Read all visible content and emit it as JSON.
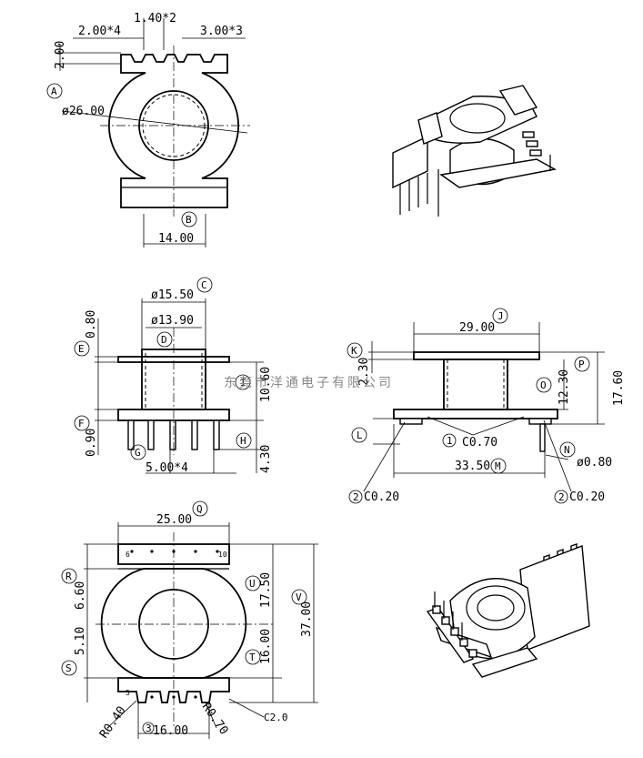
{
  "watermark": "东莞市洋通电子有限公司",
  "view_top": {
    "dims": {
      "pitch_left": "2.00*4",
      "slot": "1.40*2",
      "pitch_right": "3.00*3",
      "height": "2.00",
      "diameter": "ø26.00",
      "width": "14.00"
    },
    "labels": {
      "a": "A",
      "b": "B"
    }
  },
  "view_front": {
    "dims": {
      "outer_dia": "ø15.50",
      "inner_dia": "ø13.90",
      "flange_top": "0.80",
      "core": "10.60",
      "flange_bottom": "0.90",
      "pin_pitch": "5.00*4",
      "pin_len": "4.30"
    },
    "labels": {
      "c": "C",
      "d": "D",
      "e": "E",
      "i": "I",
      "f": "F",
      "g": "G",
      "h": "H"
    }
  },
  "view_side": {
    "dims": {
      "top_width": "29.00",
      "flange": "2.30",
      "core": "12.30",
      "overall": "17.60",
      "chamfer_mid": "C0.70",
      "base_width": "33.50",
      "pin_dia": "ø0.80",
      "chamfer_left": "C0.20",
      "chamfer_right": "C0.20"
    },
    "labels": {
      "j": "J",
      "k": "K",
      "o": "O",
      "p": "P",
      "l": "L",
      "one": "1",
      "m": "M",
      "n": "N",
      "two_left": "2",
      "two_right": "2"
    }
  },
  "view_bottom": {
    "dims": {
      "width": "25.00",
      "upper": "6.60",
      "half_upper": "17.50",
      "overall": "37.00",
      "lower": "5.10",
      "half_lower": "16.00",
      "r_left": "R0.40",
      "r_right": "R0.70",
      "chamfer": "C2.0",
      "bottom_width": "16.00"
    },
    "labels": {
      "q": "Q",
      "r": "R",
      "u": "U",
      "v": "V",
      "s": "S",
      "t": "T",
      "three": "3"
    },
    "pin_marks": {
      "left": "6",
      "right": "10",
      "bottom_left": "5"
    }
  },
  "views": {
    "iso_top": "isometric-view-top",
    "iso_bottom": "isometric-view-bottom"
  }
}
